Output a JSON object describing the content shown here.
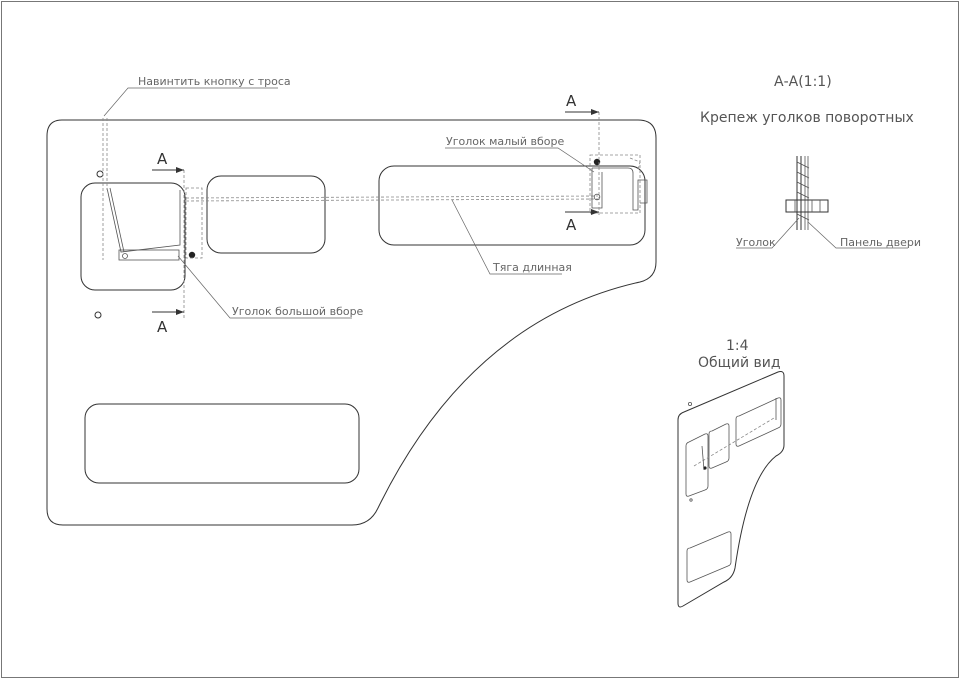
{
  "section_title": "А-А(1:1)",
  "section_subtitle": "Крепеж уголков поворотных",
  "section_labels": {
    "ugolok": "Уголок",
    "panel": "Панель двери"
  },
  "view_scale": "1:4",
  "view_title": "Общий вид",
  "callouts": {
    "button": "Навинтить кнопку с троса",
    "small_corner": "Уголок малый вборе",
    "long_rod": "Тяга длинная",
    "large_corner": "Уголок большой вборе"
  },
  "section_marks": {
    "a1": "А",
    "a2": "А",
    "a3": "А",
    "a4": "А"
  }
}
